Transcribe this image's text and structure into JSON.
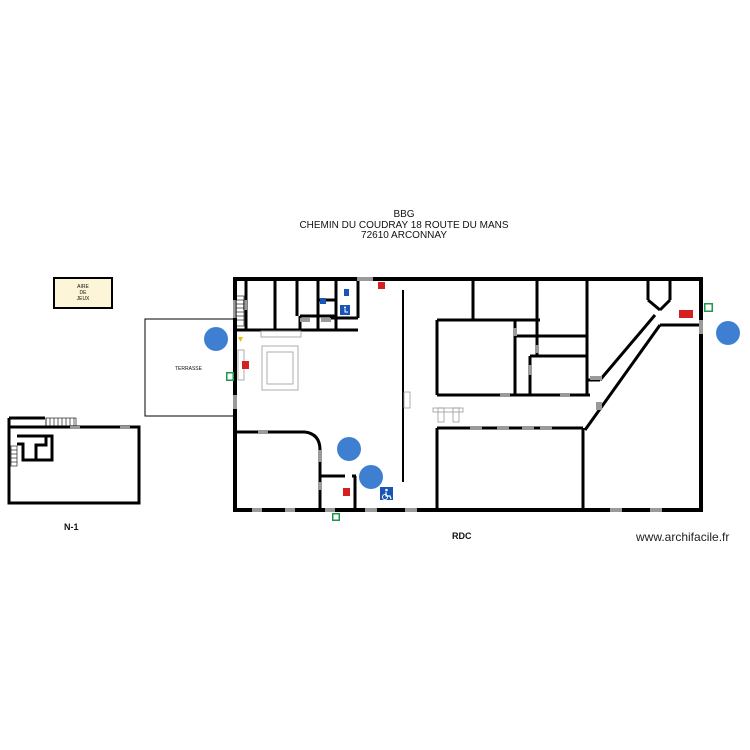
{
  "header": {
    "line1": "BBG",
    "line2": "CHEMIN DU COUDRAY 18 ROUTE DU MANS",
    "line3": "72610 ARCONNAY"
  },
  "labels": {
    "aire_de_jeux": [
      "AIRE",
      "DE",
      "JEUX"
    ],
    "terrasse": "TERRASSE"
  },
  "levels": {
    "rdc": "RDC",
    "n1": "N-1"
  },
  "brand": "www.archifacile.fr",
  "colors": {
    "wall": "#000000",
    "extinguisher_blue": "#3f7fd1",
    "alarm_red": "#d42020",
    "exit_green": "#1a9a4a",
    "disabled_blue": "#1a55b5",
    "play_area_fill": "#fdf5d8"
  },
  "icons": {
    "extinguisher": "extinguisher-icon",
    "fire_alarm": "fire-alarm-icon",
    "emergency_exit": "emergency-exit-icon",
    "disabled_access": "wheelchair-icon",
    "electric_panel": "electric-panel-icon"
  }
}
